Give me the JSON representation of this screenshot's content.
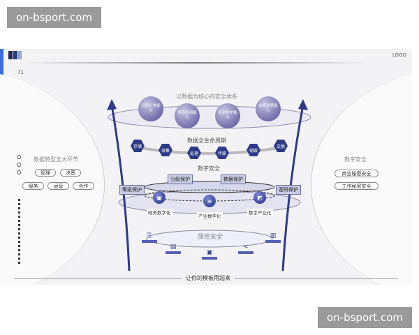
{
  "watermark": {
    "text": "on-bsport.com"
  },
  "header": {
    "logo": "LOGO",
    "page_number": "71"
  },
  "colors": {
    "accent": "#3b6fe0",
    "dark_blue": "#2e3a88",
    "purple": "#6f6ba8"
  },
  "title_top": "以数据为核心的安全体系",
  "capabilities": [
    "识别分类能力",
    "风险检测能力",
    "安全防护能力",
    "合规监管能力"
  ],
  "lifecycle": {
    "title": "数据全生命周期",
    "stages": [
      "存储",
      "采集",
      "处理",
      "传输",
      "销毁",
      "交换"
    ]
  },
  "digital_security": {
    "title": "数字安全",
    "tags": [
      "等级保护",
      "分级保护",
      "数据保护",
      "密码保护"
    ],
    "nodes": [
      "政务数字化",
      "产业数字化",
      "数字产业化"
    ]
  },
  "secrecy": {
    "title": "保密安全"
  },
  "left_panel": {
    "title": "数据转型五大环节",
    "row1": [
      "管理",
      "决策"
    ],
    "row2": [
      "服务",
      "运营",
      "合作"
    ]
  },
  "right_panel": {
    "title": "数字安全",
    "items": [
      "商业秘密安全",
      "工作秘密安全"
    ]
  },
  "footer": {
    "caption": "让你的模板用起来"
  }
}
